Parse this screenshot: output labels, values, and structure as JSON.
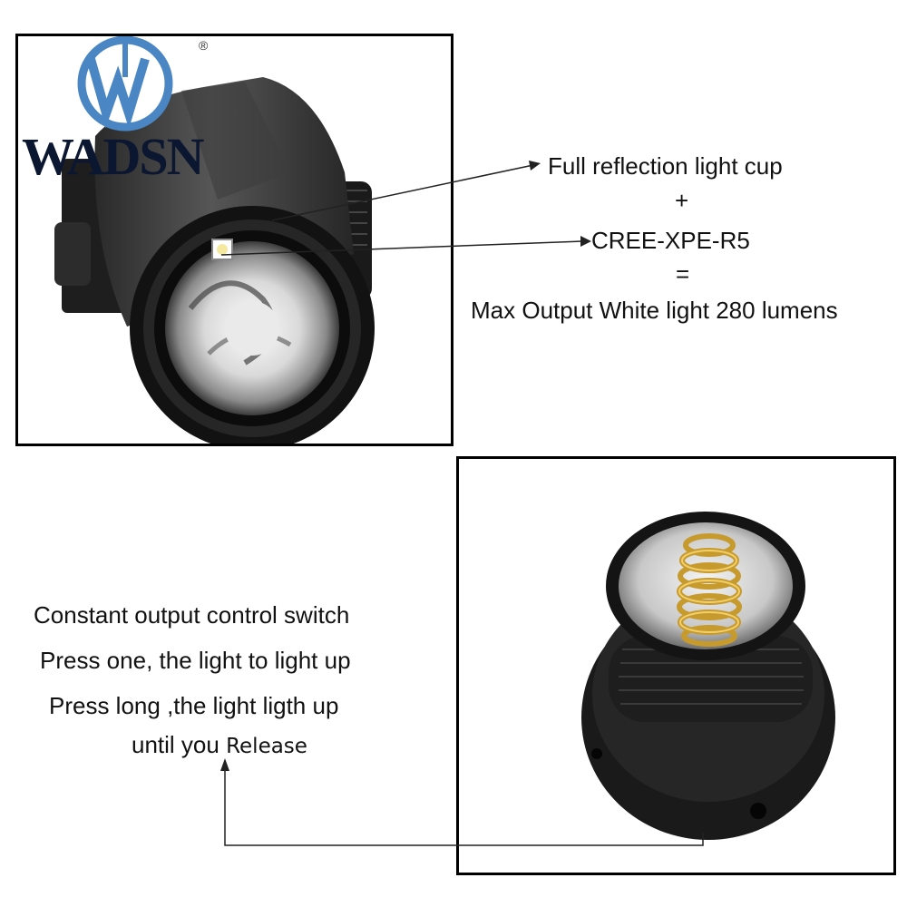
{
  "brand": {
    "name": "WADSN",
    "registered_mark": "®",
    "logo_icon": "wadsn-w-emblem-icon",
    "colors": {
      "navy": "#0b1630",
      "blue": "#4a86c4"
    }
  },
  "photos": {
    "top": {
      "subject": "flashlight-head-icon"
    },
    "bottom": {
      "subject": "tailcap-spring-icon"
    }
  },
  "annotations": {
    "line1": "Full reflection light cup",
    "plus": "+",
    "line2": "CREE-XPE-R5",
    "equals": "=",
    "line3": "Max Output White light 280 lumens"
  },
  "switch_info": {
    "title": "Constant output control switch",
    "line1": "Press one, the light to light up",
    "line2": "Press long ,the light ligth up",
    "line3_a": "until you ",
    "line3_b": "Release"
  }
}
